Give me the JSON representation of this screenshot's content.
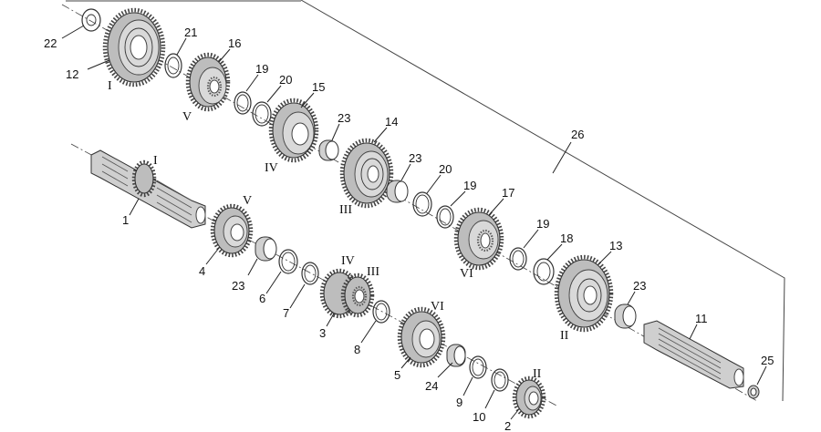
{
  "callouts": [
    {
      "id": "22",
      "label": "22"
    },
    {
      "id": "12",
      "label": "12"
    },
    {
      "id": "21",
      "label": "21"
    },
    {
      "id": "16",
      "label": "16"
    },
    {
      "id": "19a",
      "label": "19"
    },
    {
      "id": "20a",
      "label": "20"
    },
    {
      "id": "15",
      "label": "15"
    },
    {
      "id": "23a",
      "label": "23"
    },
    {
      "id": "14",
      "label": "14"
    },
    {
      "id": "23b",
      "label": "23"
    },
    {
      "id": "20b",
      "label": "20"
    },
    {
      "id": "19b",
      "label": "19"
    },
    {
      "id": "17",
      "label": "17"
    },
    {
      "id": "19c",
      "label": "19"
    },
    {
      "id": "18",
      "label": "18"
    },
    {
      "id": "13",
      "label": "13"
    },
    {
      "id": "23c",
      "label": "23"
    },
    {
      "id": "11",
      "label": "11"
    },
    {
      "id": "25",
      "label": "25"
    },
    {
      "id": "26",
      "label": "26"
    },
    {
      "id": "1",
      "label": "1"
    },
    {
      "id": "4",
      "label": "4"
    },
    {
      "id": "23d",
      "label": "23"
    },
    {
      "id": "6",
      "label": "6"
    },
    {
      "id": "7",
      "label": "7"
    },
    {
      "id": "3",
      "label": "3"
    },
    {
      "id": "8",
      "label": "8"
    },
    {
      "id": "5",
      "label": "5"
    },
    {
      "id": "24",
      "label": "24"
    },
    {
      "id": "9",
      "label": "9"
    },
    {
      "id": "10",
      "label": "10"
    },
    {
      "id": "2",
      "label": "2"
    }
  ],
  "gear_marks": [
    {
      "id": "m-12",
      "label": "I"
    },
    {
      "id": "m-16",
      "label": "V"
    },
    {
      "id": "m-15",
      "label": "IV"
    },
    {
      "id": "m-14",
      "label": "III"
    },
    {
      "id": "m-17",
      "label": "VI"
    },
    {
      "id": "m-13",
      "label": "II"
    },
    {
      "id": "m-1",
      "label": "I"
    },
    {
      "id": "m-4",
      "label": "V"
    },
    {
      "id": "m-3a",
      "label": "IV"
    },
    {
      "id": "m-3b",
      "label": "III"
    },
    {
      "id": "m-5",
      "label": "VI"
    },
    {
      "id": "m-2",
      "label": "II"
    }
  ]
}
